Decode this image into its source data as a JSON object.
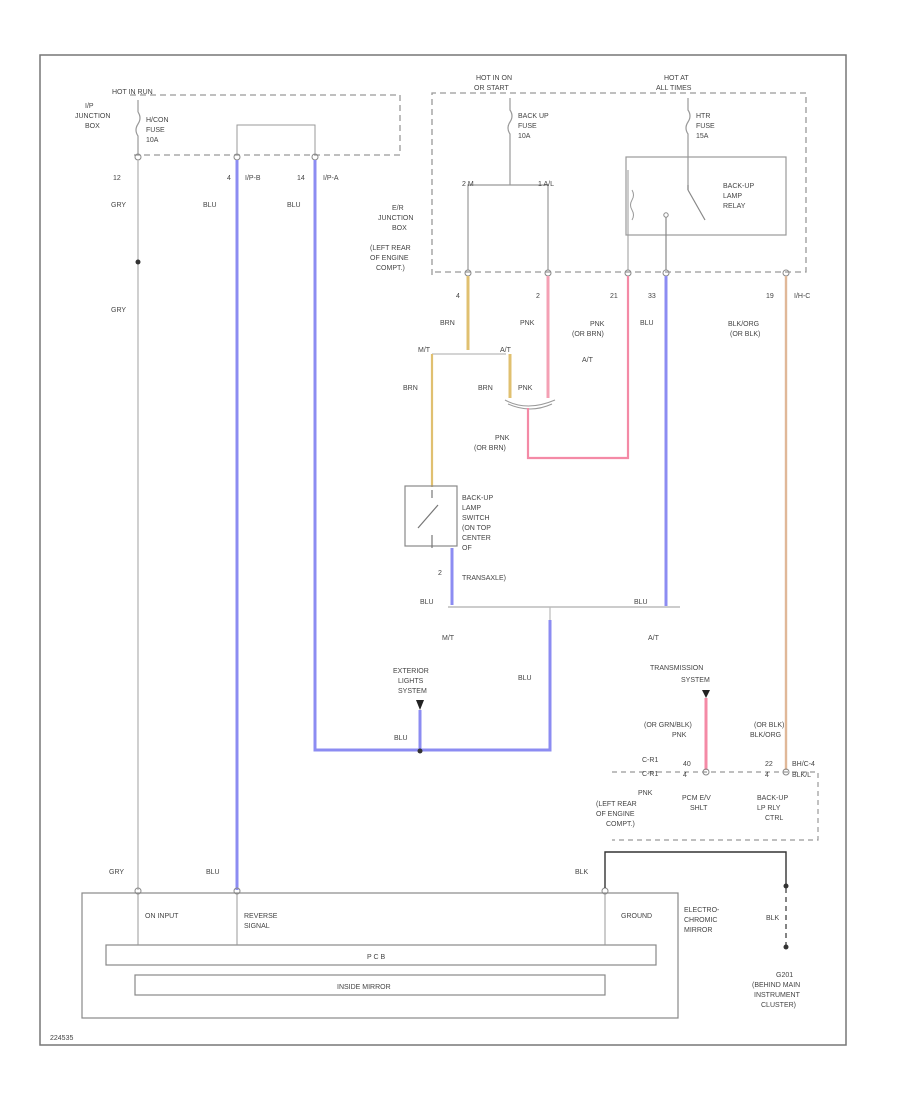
{
  "hot_in_run": "HOT IN RUN",
  "ip_junction_box": [
    "I/P",
    "JUNCTION",
    "BOX"
  ],
  "hvac_fuse": [
    "H/CON",
    "FUSE",
    "10A"
  ],
  "hot_in_on_crank": [
    "HOT IN ON",
    "OR START"
  ],
  "backup_fuse": [
    "BACK UP",
    "FUSE",
    "10A"
  ],
  "hot_at_all_times": [
    "HOT AT",
    "ALL TIMES"
  ],
  "htr_fuse": [
    "HTR",
    "FUSE",
    "15A"
  ],
  "backup_relay": [
    "BACK-UP",
    "LAMP",
    "RELAY"
  ],
  "er_junction_box": [
    "E/R",
    "JUNCTION",
    "BOX",
    "(LEFT REAR",
    "OF ENGINE",
    "COMPT.)"
  ],
  "relay_pins": [
    "2 M",
    "1 A/L"
  ],
  "pin_labels": {
    "p12": "12",
    "p4": "4",
    "p14": "14",
    "ipb": "I/P-B",
    "ipa": "I/P-A",
    "p4b": "4",
    "p2": "2",
    "p21": "21",
    "p33": "33",
    "p19": "19",
    "hmc": "I/H-C"
  },
  "wire_labels": {
    "gry": "GRY",
    "blu": "BLU",
    "brn": "BRN",
    "pnk": "PNK",
    "pnk_orbrn": [
      "PNK",
      "(OR BRN)"
    ],
    "blk_org": [
      "BLK/ORG",
      "(OR BLK)"
    ],
    "pnk_orbrn2": [
      "PNK",
      "(OR BRN)"
    ],
    "blk": "BLK"
  },
  "mt": "M/T",
  "at": "A/T",
  "backup_switch": [
    "BACK-UP",
    "LAMP",
    "SWITCH",
    "(ON TOP",
    "CENTER",
    "OF",
    "TRANSAXLE)"
  ],
  "switch_pin": "2",
  "exterior_lights": [
    "EXTERIOR",
    "LIGHTS",
    "SYSTEM"
  ],
  "transmission": [
    "TRANSMISSION",
    "SYSTEM"
  ],
  "left_wire_pair": [
    "(OR GRN/BLK)",
    "PNK"
  ],
  "right_wire_pair": [
    "(OR BLK)",
    "BLK/ORG"
  ],
  "conn_left": [
    "C-R1",
    "C-R1"
  ],
  "conn_nums": [
    "40",
    "4",
    "22",
    "4",
    "BH/C-4",
    "BLK/L"
  ],
  "pcm_box": [
    "PCM E/V",
    "SHLT"
  ],
  "backup_ctrl": [
    "BACK-UP",
    "LP RLY",
    "CTRL"
  ],
  "left_rear": [
    "(LEFT REAR",
    "OF ENGINE",
    "COMPT.)"
  ],
  "mirror": {
    "gry": "GRY",
    "blu": "BLU",
    "blk": "BLK",
    "on_input": "ON INPUT",
    "reverse": [
      "REVERSE",
      "SIGNAL"
    ],
    "ground": "GROUND",
    "mirror_label": [
      "ELECTRO-",
      "CHROMIC",
      "MIRROR"
    ],
    "pcb": "P C B",
    "sub": "INSIDE MIRROR"
  },
  "ground_wire": "BLK",
  "g201": [
    "G201",
    "(BEHIND MAIN",
    "INSTRUMENT",
    "CLUSTER)"
  ],
  "diagram_id": "224535"
}
